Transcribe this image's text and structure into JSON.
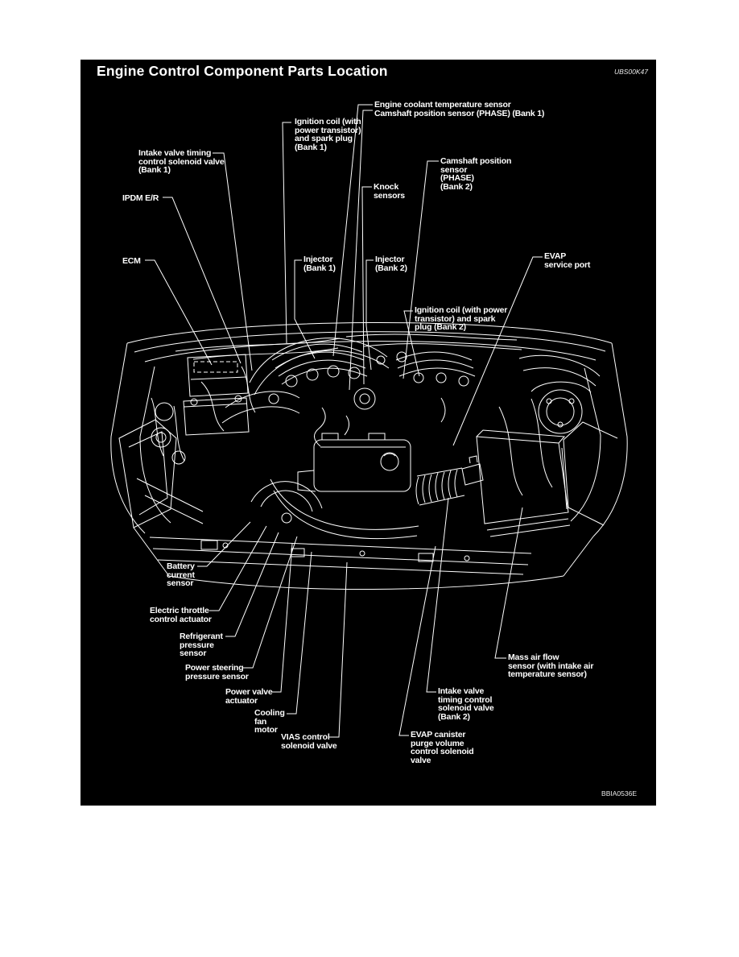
{
  "header": {
    "title": "Engine Control Component Parts Location",
    "figure_code": "UBS00K47"
  },
  "footer": {
    "figure_code": "BBIA0536E"
  },
  "colors": {
    "background": "#000000",
    "foreground": "#ffffff",
    "page_background": "#ffffff"
  },
  "diagram": {
    "type": "engine-bay-component-location-line-art",
    "component_count": 21
  },
  "labels": [
    {
      "id": "engine-coolant-temp-and-camshaft-b1",
      "text": "Engine coolant temperature sensor\nCamshaft position sensor (PHASE) (Bank 1)"
    },
    {
      "id": "ignition-coil-bank1",
      "text": "Ignition coil (with\npower transistor)\nand spark plug\n(Bank 1)"
    },
    {
      "id": "intake-valve-timing-bank1",
      "text": "Intake valve timing\ncontrol solenoid valve\n(Bank 1)"
    },
    {
      "id": "ipdm-er",
      "text": "IPDM E/R"
    },
    {
      "id": "ecm",
      "text": "ECM"
    },
    {
      "id": "camshaft-position-bank2",
      "text": "Camshaft position\nsensor\n(PHASE)\n(Bank 2)"
    },
    {
      "id": "knock-sensors",
      "text": "Knock\nsensors"
    },
    {
      "id": "injector-bank1",
      "text": "Injector\n(Bank 1)"
    },
    {
      "id": "injector-bank2",
      "text": "Injector\n(Bank 2)"
    },
    {
      "id": "evap-service-port",
      "text": "EVAP\nservice port"
    },
    {
      "id": "ignition-coil-bank2",
      "text": "Ignition coil (with power\ntransistor) and spark\nplug (Bank 2)"
    },
    {
      "id": "battery-current-sensor",
      "text": "Battery\ncurrent\nsensor"
    },
    {
      "id": "electric-throttle-actuator",
      "text": "Electric throttle\ncontrol actuator"
    },
    {
      "id": "refrigerant-pressure-sensor",
      "text": "Refrigerant\npressure\nsensor"
    },
    {
      "id": "power-steering-pressure-sensor",
      "text": "Power steering\npressure sensor"
    },
    {
      "id": "power-valve-actuator",
      "text": "Power valve\nactuator"
    },
    {
      "id": "cooling-fan-motor",
      "text": "Cooling\nfan\nmotor"
    },
    {
      "id": "vias-control-solenoid",
      "text": "VIAS control\nsolenoid valve"
    },
    {
      "id": "evap-canister-purge-solenoid",
      "text": "EVAP canister\npurge volume\ncontrol solenoid\nvalve"
    },
    {
      "id": "intake-valve-timing-bank2",
      "text": "Intake valve\ntiming control\nsolenoid valve\n(Bank 2)"
    },
    {
      "id": "mass-air-flow-sensor",
      "text": "Mass air flow\nsensor (with intake air\ntemperature sensor)"
    }
  ]
}
